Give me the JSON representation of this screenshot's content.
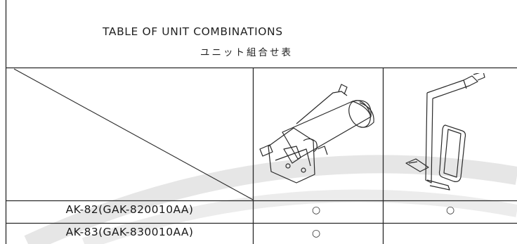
{
  "table": {
    "title_en": "TABLE OF UNIT COMBINATIONS",
    "title_ja": "ユニット組合せ表",
    "unit_columns": [
      {
        "icon": "motor-unit-icon"
      },
      {
        "icon": "mirror-bracket-icon"
      }
    ],
    "rows": [
      {
        "model": "AK-82(GAK-820010AA)",
        "marks": [
          "○",
          "○"
        ]
      },
      {
        "model": "AK-83(GAK-830010AA)",
        "marks": [
          "○",
          ""
        ]
      }
    ]
  }
}
